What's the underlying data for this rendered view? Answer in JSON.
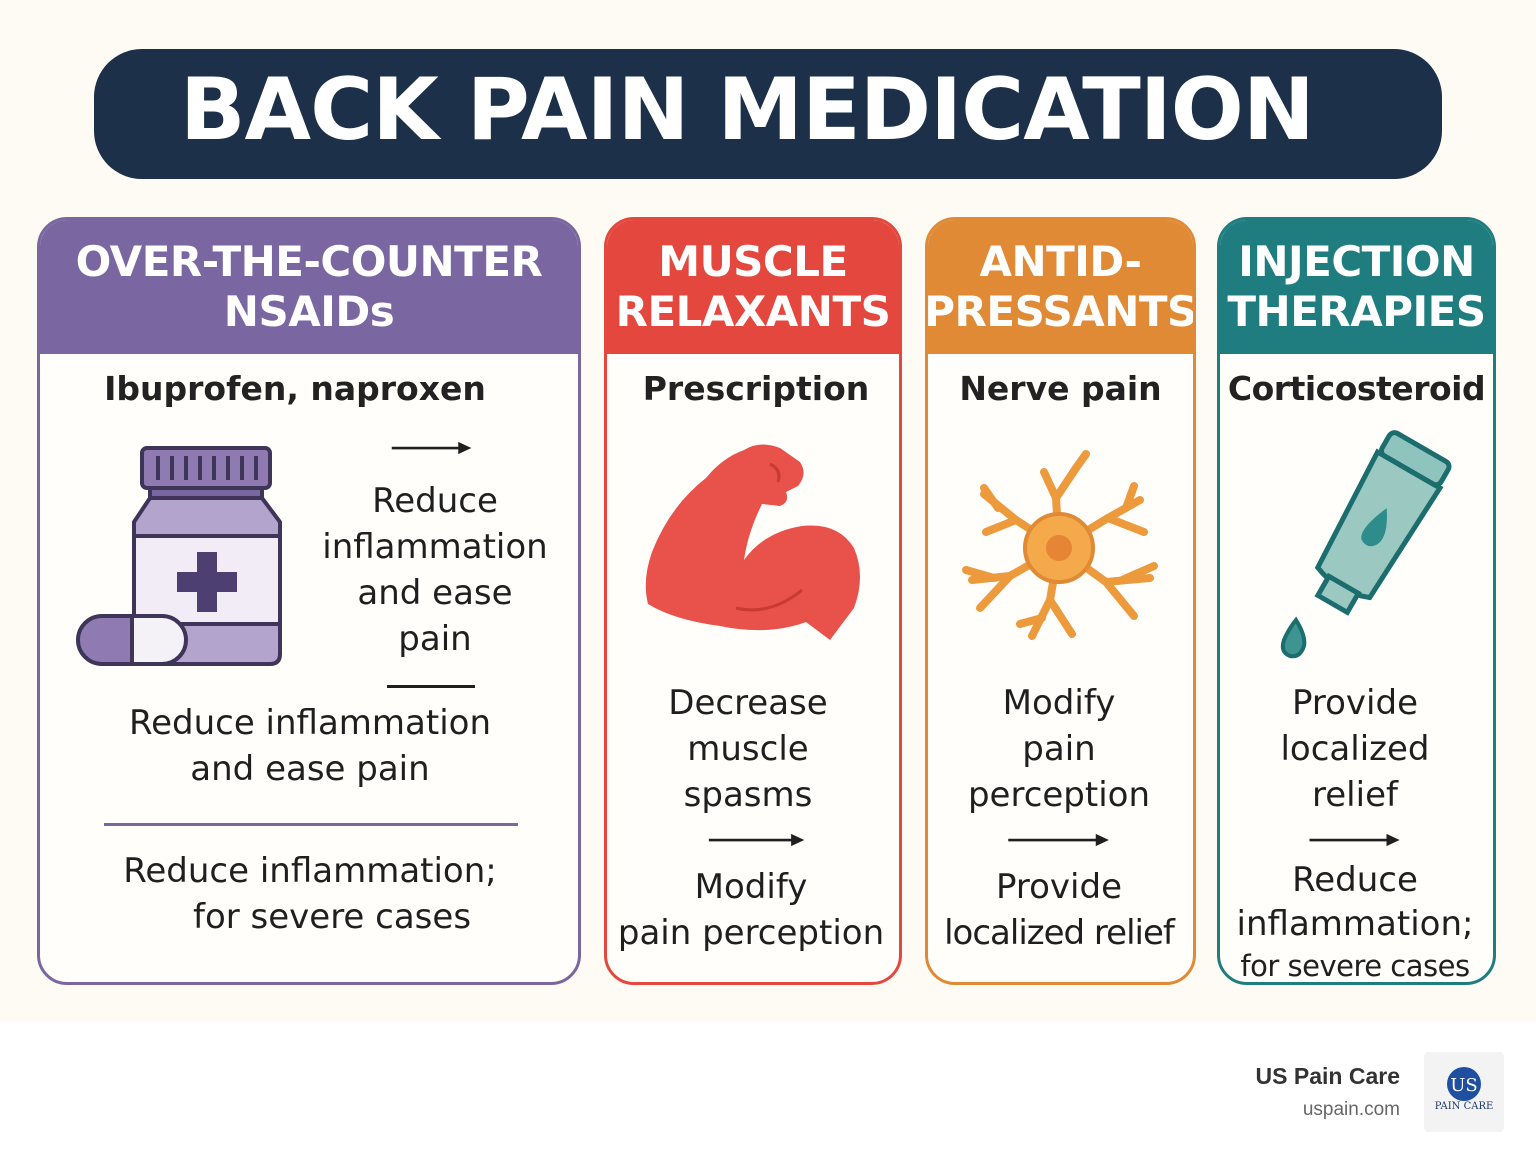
{
  "title": "BACK PAIN MEDICATION",
  "colors": {
    "navy": "#1d3049",
    "nsaid": "#7a66a0",
    "muscle": "#e4473d",
    "antidep": "#e08a35",
    "injection": "#1f7d7f"
  },
  "cards": [
    {
      "heading": [
        "OVER-THE-COUNTER",
        "NSAIDs"
      ],
      "subtitle": "Ibuprofen, naproxen",
      "icon": "pill-bottle-icon",
      "side_text": [
        "Reduce",
        "inflammation",
        "and ease",
        "pain"
      ],
      "text_1": [
        "Reduce inflammation",
        "and ease pain"
      ],
      "text_2": [
        "Reduce inflammation;",
        "for severe cases"
      ]
    },
    {
      "heading": [
        "MUSCLE",
        "RELAXANTS"
      ],
      "subtitle": "Prescription",
      "icon": "flexed-arm-icon",
      "text_1": [
        "Decrease",
        "muscle",
        "spasms"
      ],
      "text_2": [
        "Modify",
        "pain perception"
      ]
    },
    {
      "heading": [
        "ANTID-",
        "PRESSANTS"
      ],
      "subtitle": "Nerve pain",
      "icon": "neuron-icon",
      "text_1": [
        "Modify",
        "pain",
        "perception"
      ],
      "text_2": [
        "Provide",
        "localized relief"
      ]
    },
    {
      "heading": [
        "INJECTION",
        "THERAPIES"
      ],
      "subtitle": "Corticosteroid",
      "icon": "ointment-tube-icon",
      "text_1": [
        "Provide",
        "localized",
        "relief"
      ],
      "text_2": [
        "Reduce",
        "inflammation;",
        "for severe cases"
      ]
    }
  ],
  "brand": {
    "name": "US Pain Care",
    "url": "uspain.com",
    "logo_letters": "US",
    "logo_text": "PAIN CARE"
  }
}
